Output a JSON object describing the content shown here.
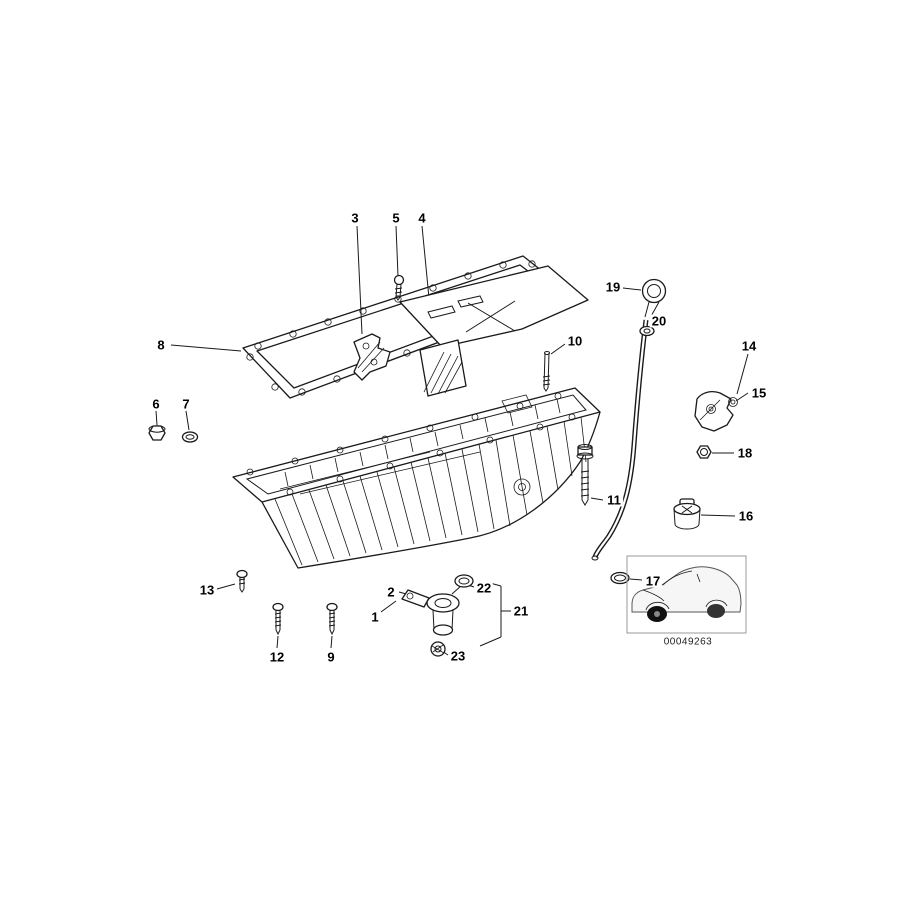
{
  "diagram": {
    "code": "00049263",
    "callouts": {
      "c1": "1",
      "c2": "2",
      "c3": "3",
      "c4": "4",
      "c5": "5",
      "c6": "6",
      "c7": "7",
      "c8": "8",
      "c9": "9",
      "c10": "10",
      "c11": "11",
      "c12": "12",
      "c13": "13",
      "c14": "14",
      "c15": "15",
      "c16": "16",
      "c17": "17",
      "c18": "18",
      "c19": "19",
      "c20": "20",
      "c21": "21",
      "c22": "22",
      "c23": "23"
    }
  }
}
